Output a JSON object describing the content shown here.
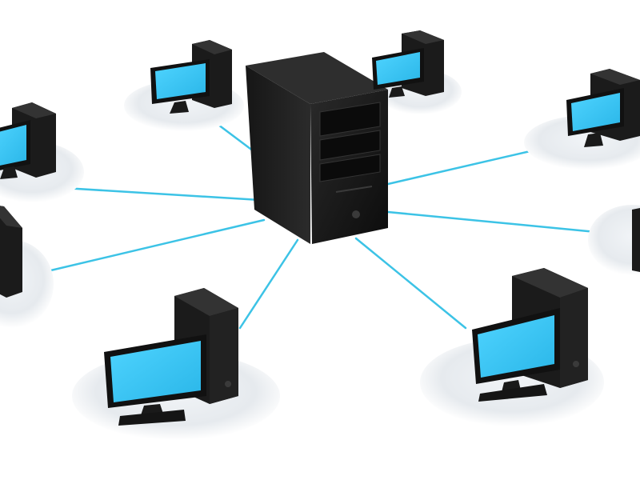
{
  "scene": {
    "background_color": "#ffffff",
    "cable_color": "#3cc3e6",
    "screen_color": "#3ec9f5",
    "case_color": "#1a1a1a",
    "pad_color": "#e9edf1"
  },
  "server": {
    "icon": "server-tower-icon"
  },
  "workstations": [
    {
      "id": "top-left",
      "icon": "desktop-computer-icon"
    },
    {
      "id": "top-center",
      "icon": "desktop-computer-icon"
    },
    {
      "id": "top-right",
      "icon": "desktop-computer-icon"
    },
    {
      "id": "left-upper",
      "icon": "desktop-computer-icon"
    },
    {
      "id": "left-lower",
      "icon": "desktop-computer-icon"
    },
    {
      "id": "right-edge",
      "icon": "desktop-computer-icon"
    },
    {
      "id": "bottom-left",
      "icon": "desktop-computer-icon"
    },
    {
      "id": "bottom-right",
      "icon": "desktop-computer-icon"
    }
  ]
}
